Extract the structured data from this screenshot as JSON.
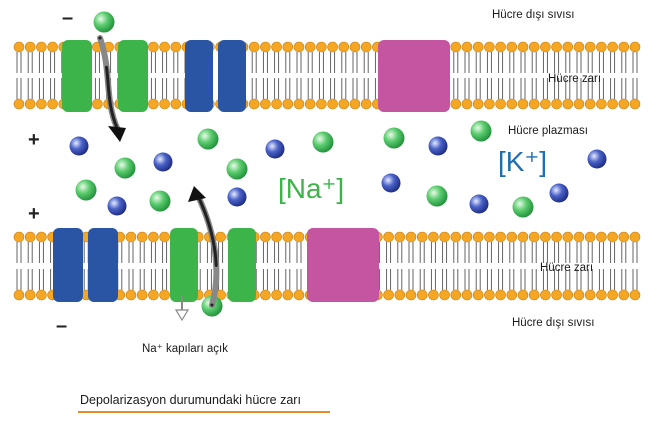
{
  "labels": {
    "outside_top": "Hücre dışı sıvısı",
    "membrane_top": "Hücre zarı",
    "cytoplasm": "Hücre plazması",
    "membrane_bottom": "Hücre zarı",
    "outside_bottom": "Hücre dışı sıvısı",
    "gate_label": "Na⁺ kapıları açık",
    "caption": "Depolarizasyon durumundaki hücre zarı"
  },
  "signs": {
    "top_minus": "–",
    "top_plus": "+",
    "bottom_plus": "+",
    "bottom_minus": "–"
  },
  "concentrations": {
    "na": "[Na⁺]",
    "k": "[K⁺]"
  },
  "colors": {
    "lipid_head": "#f5a623",
    "lipid_tail": "#555555",
    "na_channel": "#3cb44a",
    "k_channel": "#2a55a5",
    "pump": "#c455a0",
    "na_ion": "#4cc36a",
    "k_ion": "#3a4fb5",
    "caption_line": "#e8892a"
  }
}
